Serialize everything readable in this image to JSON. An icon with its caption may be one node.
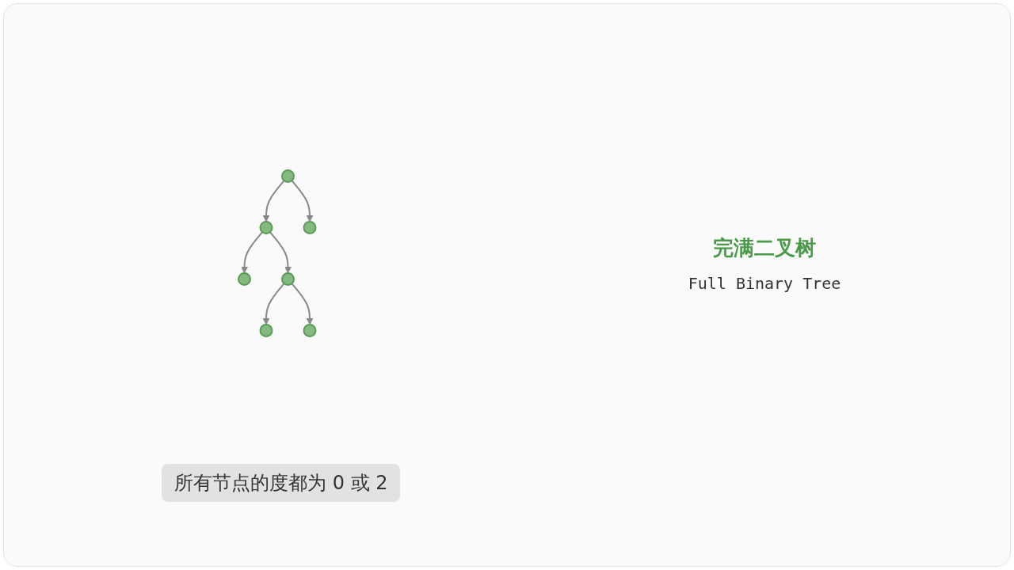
{
  "diagram": {
    "nodes": [
      {
        "text": [],
        "shape": "circle"
      },
      {
        "text": [],
        "shape": "circle"
      },
      {
        "text": [],
        "shape": "circle"
      },
      {
        "text": [],
        "shape": "circle"
      },
      {
        "text": [],
        "shape": "circle"
      },
      {
        "text": [],
        "shape": "circle"
      },
      {
        "text": [],
        "shape": "circle"
      }
    ],
    "edges": [
      {
        "from": 0,
        "to": 1,
        "arrow": "to"
      },
      {
        "from": 0,
        "to": 2,
        "arrow": "to"
      },
      {
        "from": 1,
        "to": 3,
        "arrow": "to"
      },
      {
        "from": 1,
        "to": 4,
        "arrow": "to"
      },
      {
        "from": 4,
        "to": 5,
        "arrow": "to"
      },
      {
        "from": 4,
        "to": 6,
        "arrow": "to"
      }
    ],
    "labels": [
      "完满二叉树",
      "Full Binary Tree",
      "所有节点的度都为 0 或 2"
    ]
  }
}
